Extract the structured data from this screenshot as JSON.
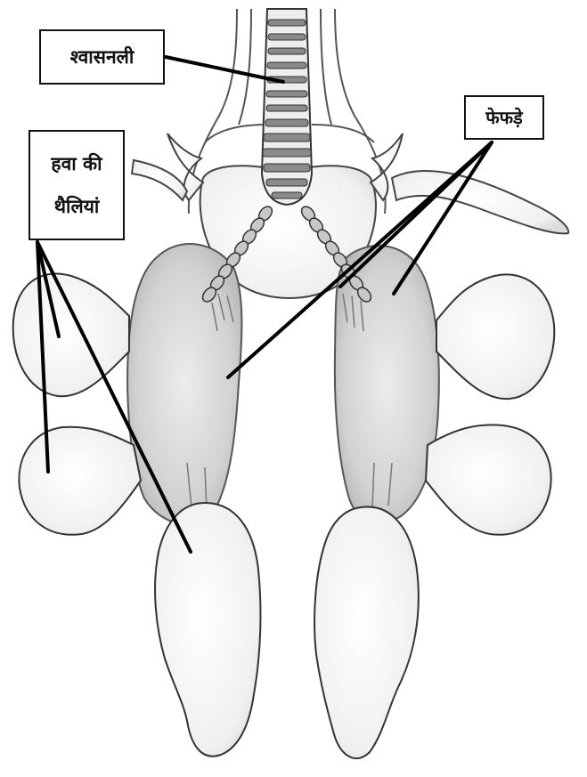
{
  "labels": {
    "trachea": "श्वासनली",
    "lungs": "फेफड़े",
    "air_sacs_line1": "हवा की",
    "air_sacs_line2": "थैलियां"
  },
  "colors": {
    "outline": "#333333",
    "pointer": "#000000",
    "organ_fill": "#f2f2f2",
    "lung_fill": "#d6d6d6",
    "trachea_ring": "#8a8a8a"
  }
}
